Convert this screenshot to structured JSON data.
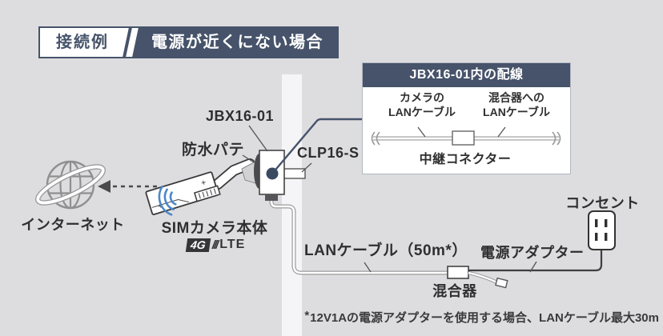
{
  "banner": {
    "tag": "接続例",
    "title": "電源が近くにない場合"
  },
  "callout": {
    "title": "JBX16-01内の配線",
    "camera_cable_label": "カメラの\nLANケーブル",
    "mixer_cable_label": "混合器への\nLANケーブル",
    "connector_label": "中継コネクター"
  },
  "labels": {
    "internet": "インターネット",
    "camera_body": "SIMカメラ本体",
    "junction_box": "JBX16-01",
    "waterproof_putty": "防水パテ",
    "cable_clamp": "CLP16-S",
    "lan_cable": "LANケーブル（50m*）",
    "mixer": "混合器",
    "power_adapter": "電源アダプター",
    "outlet": "コンセント"
  },
  "badge": {
    "network": "4G",
    "slashes": "///",
    "lte": "LTE"
  },
  "note": {
    "star": "*",
    "text": "12V1Aの電源アダプターを使用する場合、LANケーブル最大30m"
  },
  "colors": {
    "navy": "#46536a",
    "background": "#dddde0",
    "wall": "#f5f5f7",
    "wifi_blue": "#4c87c9",
    "cable_gray": "#9a9a9a",
    "text": "#2f2f2f"
  }
}
